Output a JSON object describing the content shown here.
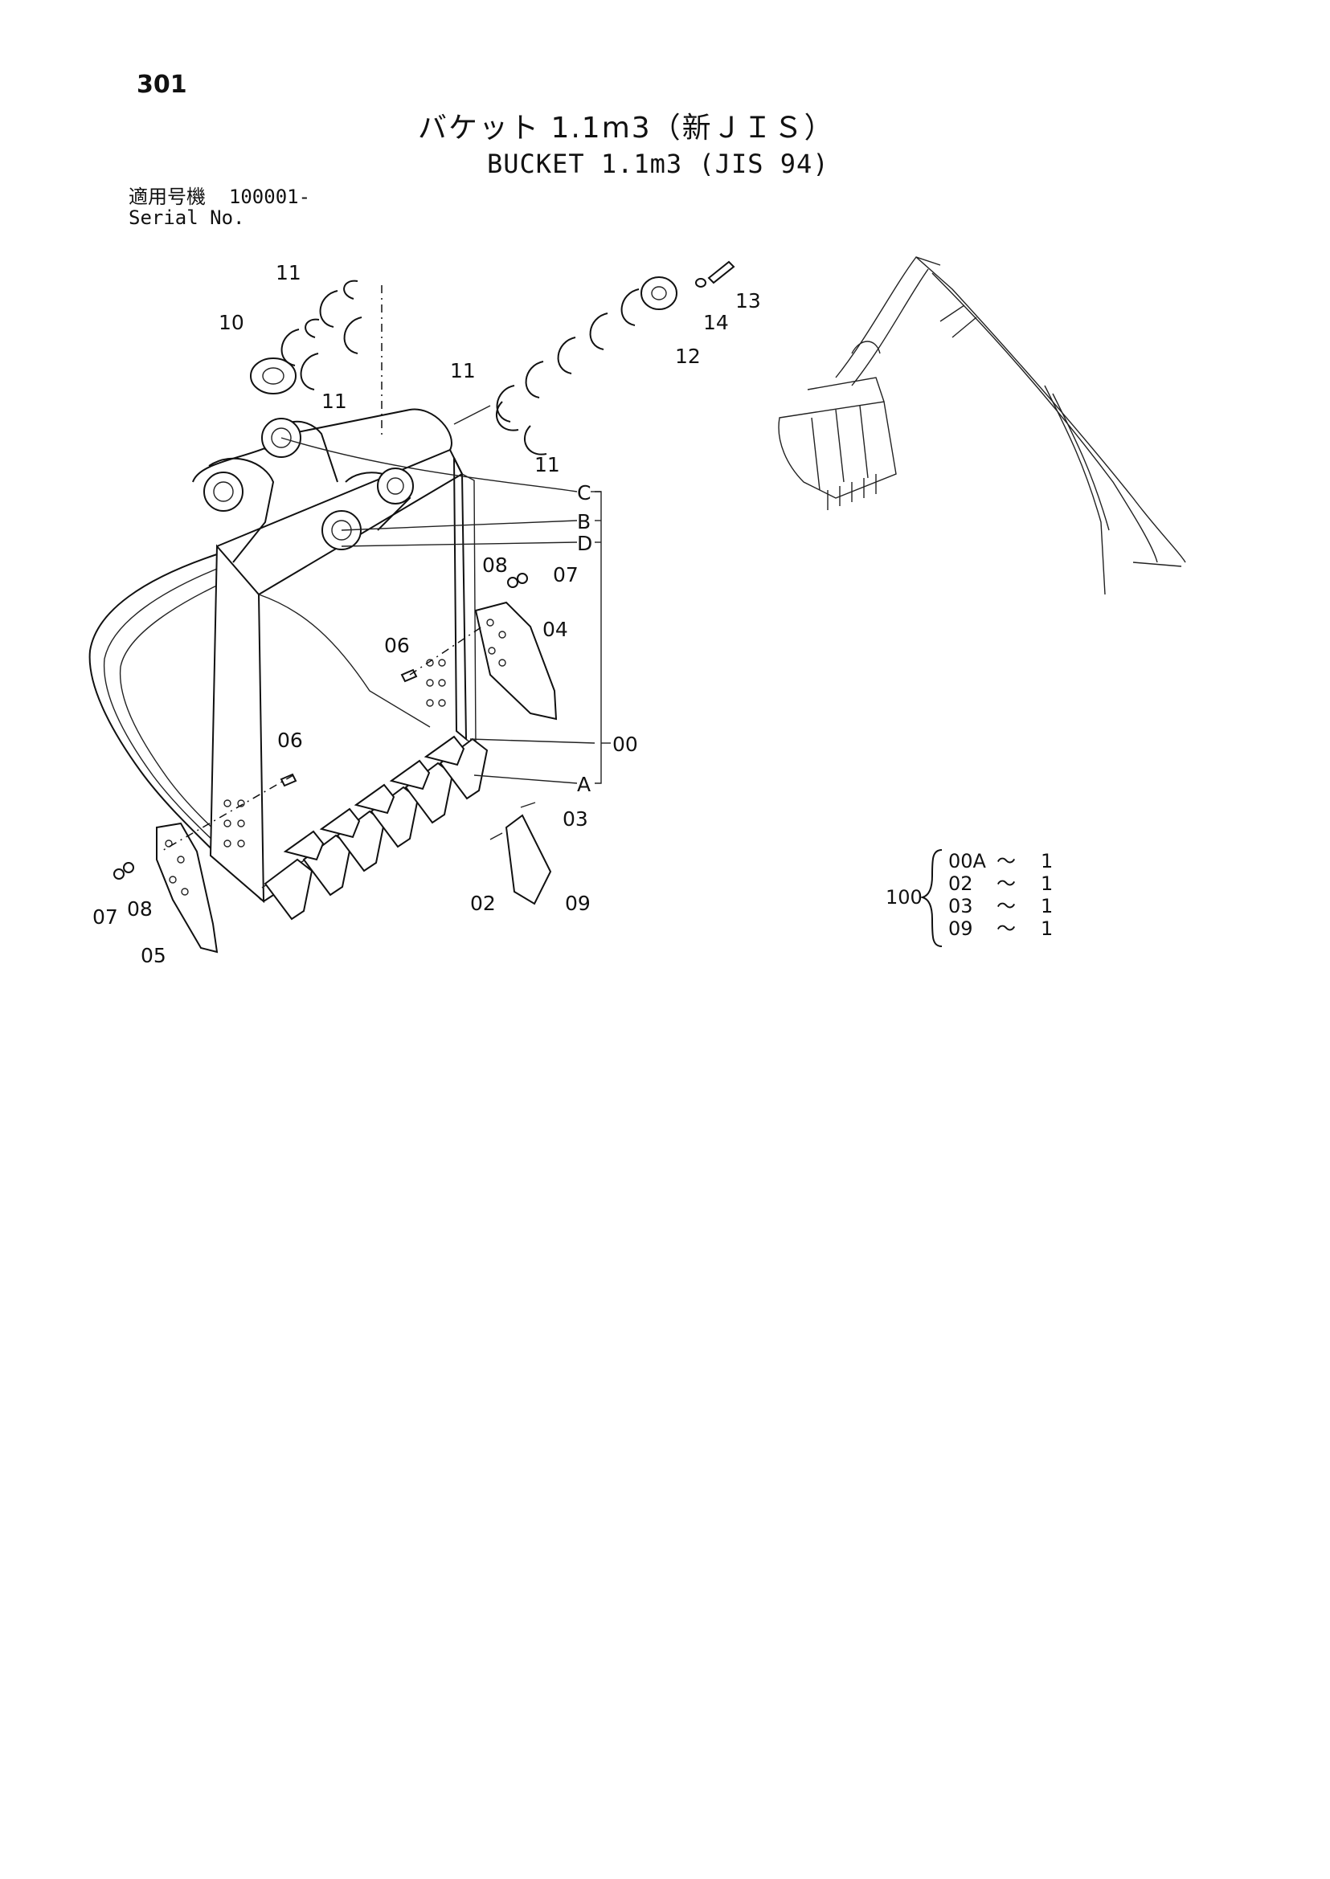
{
  "page": {
    "number": "301"
  },
  "title": {
    "jp": "バケット 1.1m3（新ＪＩＳ）",
    "en": "BUCKET 1.1m3 (JIS 94)"
  },
  "serial": {
    "label_jp": "適用号機",
    "label_en": "Serial No.",
    "value": "100001-"
  },
  "callouts": {
    "c10": "10",
    "c11a": "11",
    "c11b": "11",
    "c11c": "11",
    "c11d": "11",
    "c12": "12",
    "c13": "13",
    "c14": "14",
    "cC": "C",
    "cB": "B",
    "cD": "D",
    "cA": "A",
    "c00": "00",
    "c08a": "08",
    "c07a": "07",
    "c04": "04",
    "c06a": "06",
    "c06b": "06",
    "c03": "03",
    "c02": "02",
    "c09": "09",
    "c07b": "07",
    "c08b": "08",
    "c05": "05"
  },
  "kit": {
    "label": "100",
    "rows": [
      {
        "part": "00A",
        "sep": "〜",
        "qty": "1"
      },
      {
        "part": "02",
        "sep": "〜",
        "qty": "1"
      },
      {
        "part": "03",
        "sep": "〜",
        "qty": "1"
      },
      {
        "part": "09",
        "sep": "〜",
        "qty": "1"
      }
    ]
  },
  "icons": [
    "bucket-drawing",
    "excavator-icon",
    "shim-ring-icon",
    "bolt-icon",
    "tooth-icon",
    "side-cutter-icon"
  ]
}
